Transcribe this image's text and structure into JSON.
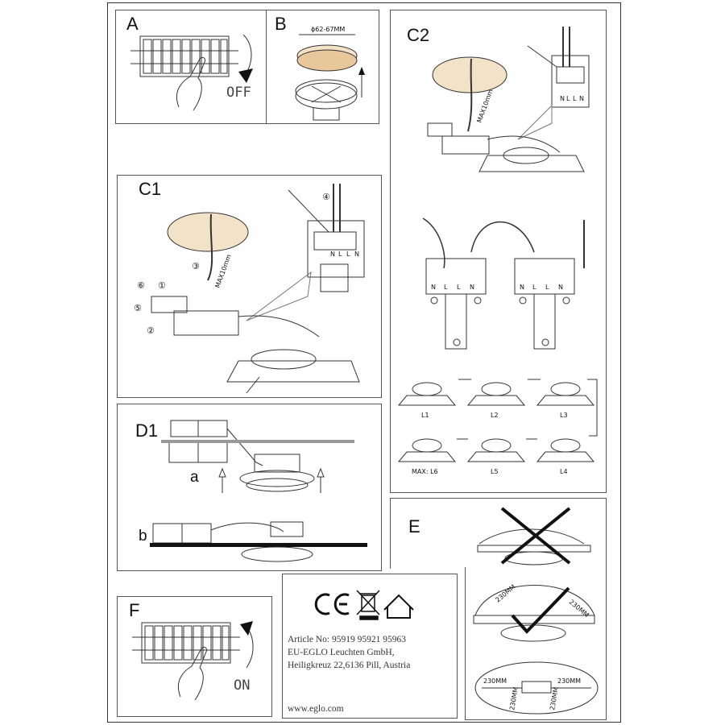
{
  "panels": {
    "a": {
      "label": "A",
      "switch_text": "OFF"
    },
    "b": {
      "label": "B",
      "dimension": "ϕ62-67MM"
    },
    "c1": {
      "label": "C1",
      "max_strip": "MAX10mm",
      "terminals": [
        "N",
        "L",
        "L",
        "N"
      ],
      "steps": [
        "①",
        "②",
        "③",
        "④",
        "⑤",
        "⑥"
      ]
    },
    "c2": {
      "label": "C2",
      "max_strip": "MAX10mm",
      "terminals": [
        "N",
        "L",
        "L",
        "N"
      ],
      "chain": [
        "L1",
        "L2",
        "L3",
        "MAX: L6",
        "L5",
        "L4"
      ]
    },
    "d1": {
      "label": "D1",
      "sub_a": "a",
      "sub_b": "b"
    },
    "e": {
      "label": "E",
      "clearance": "230MM"
    },
    "f": {
      "label": "F",
      "switch_text": "ON"
    }
  },
  "info": {
    "article_label": "Article No:",
    "article_numbers": "95919 95921 95963",
    "company": "EU-EGLO Leuchten GmbH,",
    "address": "Heiligkreuz 22,6136 Pill, Austria",
    "website": "www.eglo.com",
    "marks": [
      "ce-mark",
      "weee-bin-icon",
      "indoor-house-icon"
    ]
  }
}
